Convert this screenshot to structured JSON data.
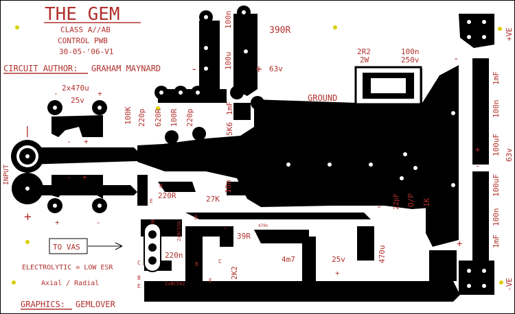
{
  "title": "THE GEM",
  "subtitle_lines": [
    "CLASS A//AB",
    "CONTROL PWB",
    "30-05-'06-V1"
  ],
  "author_label": "CIRCUIT AUTHOR:",
  "author_name": "GRAHAM MAYNARD",
  "graphics_label": "GRAPHICS:",
  "graphics_name": "GEMLOVER",
  "vas_box": "TO VAS",
  "electrolytic_note": "ELECTROLYTIC = LOW ESR",
  "axial_radial": "Axial / Radial",
  "input_label": "INPUT",
  "ground_label": "GROUND",
  "components": {
    "cap_2x470u": "2x470u",
    "v25_top": "25v",
    "r100k": "100K",
    "c220p_a": "220p",
    "r620r": "620R",
    "r100r": "100R",
    "c220p_b": "220p",
    "c100n_top": "100n",
    "c100u": "100u",
    "r390r": "390R",
    "v63_top": "63v",
    "r5k6": "5K6",
    "c1mf_mid": "1mF",
    "r2r2": "2R2",
    "r2r2_w": "2W",
    "c100n_250": "100n",
    "v250": "250v",
    "r220r": "220R",
    "r27k": "27K",
    "c10n": "10n",
    "bc556": "2xBC556",
    "bc542": "2xBC542",
    "c220n": "220n",
    "r2k2": "2K2",
    "r39r": "39R",
    "c470n": "470n",
    "c4m7": "4m7",
    "v25_bot": "25v",
    "c470u": "470u",
    "c22pf": "22pF",
    "op": "O/P",
    "r1k": "1K",
    "c1mf_r1": "1mF",
    "c100n_r1": "100n",
    "c100uf_r1": "100uF",
    "c100uf_r2": "100uF",
    "c100n_r2": "100n",
    "c1mf_r2": "1mF",
    "v63_right": "63v",
    "pos_ve": "+VE",
    "neg_ve": "-VE"
  },
  "pin_labels": {
    "b": "B",
    "c": "C",
    "e": "E"
  },
  "signs": {
    "plus": "+",
    "minus": "-",
    "bar": "|"
  },
  "colors": {
    "label_red": "#b0302c",
    "copper_black": "#000000",
    "marker_yellow": "#d8d000"
  }
}
